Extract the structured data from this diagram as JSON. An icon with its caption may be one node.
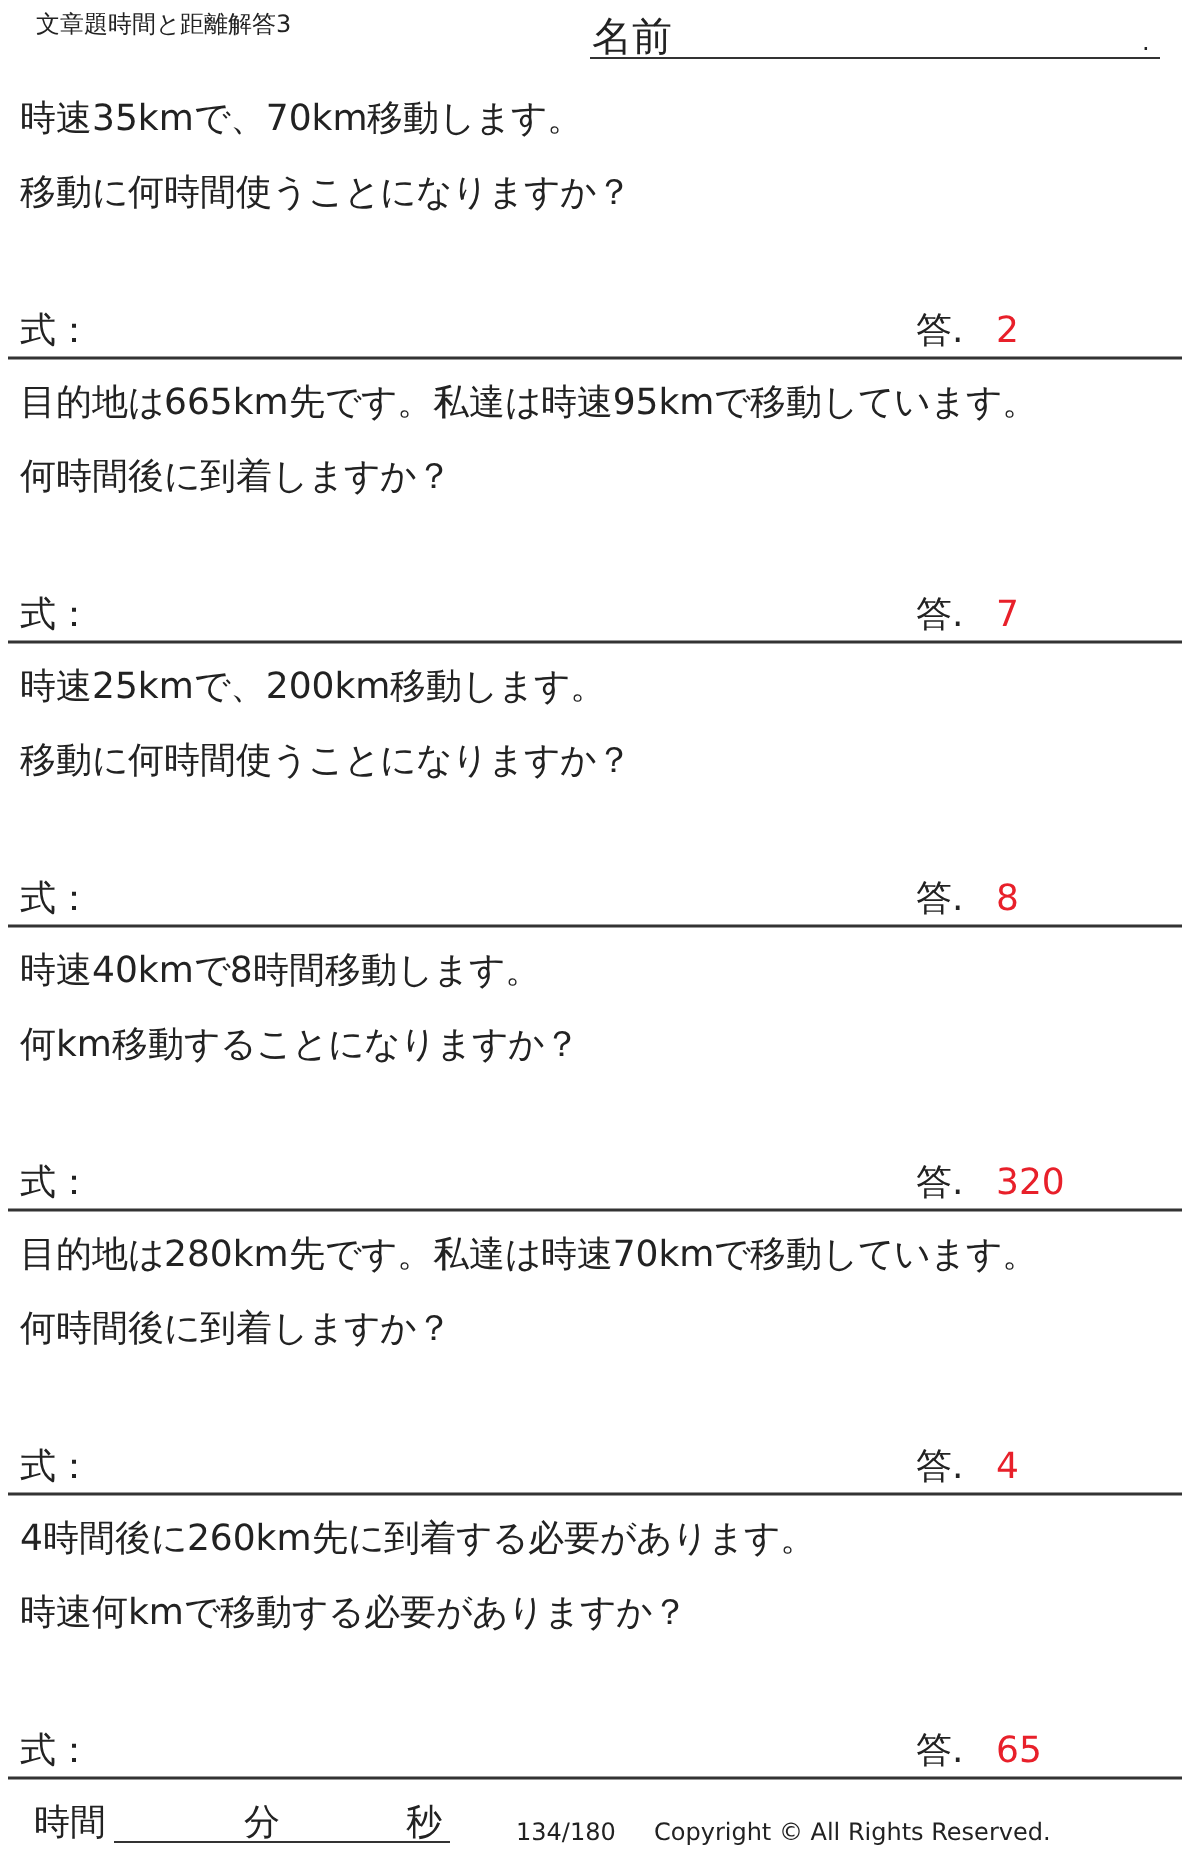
{
  "diagram": {
    "title": "文章題時間と距離解答3",
    "labels": [
      "名前",
      ".",
      "時速35kmで、70km移動します。",
      "移動に何時間使うことになりますか？",
      "式：",
      "答.",
      "2",
      "目的地は665km先です。私達は時速95kmで移動しています。",
      "何時間後に到着しますか？",
      "式：",
      "答.",
      "7",
      "時速25kmで、200km移動します。",
      "移動に何時間使うことになりますか？",
      "式：",
      "答.",
      "8",
      "時速40kmで8時間移動します。",
      "何km移動することになりますか？",
      "式：",
      "答.",
      "320",
      "目的地は280km先です。私達は時速70kmで移動しています。",
      "何時間後に到着しますか？",
      "式：",
      "答.",
      "4",
      "4時間後に260km先に到着する必要があります。",
      "時速何kmで移動する必要がありますか？",
      "式：",
      "答.",
      "65",
      "時間",
      "分",
      "秒",
      "134/180",
      "Copyright ©  All Rights Reserved."
    ]
  }
}
